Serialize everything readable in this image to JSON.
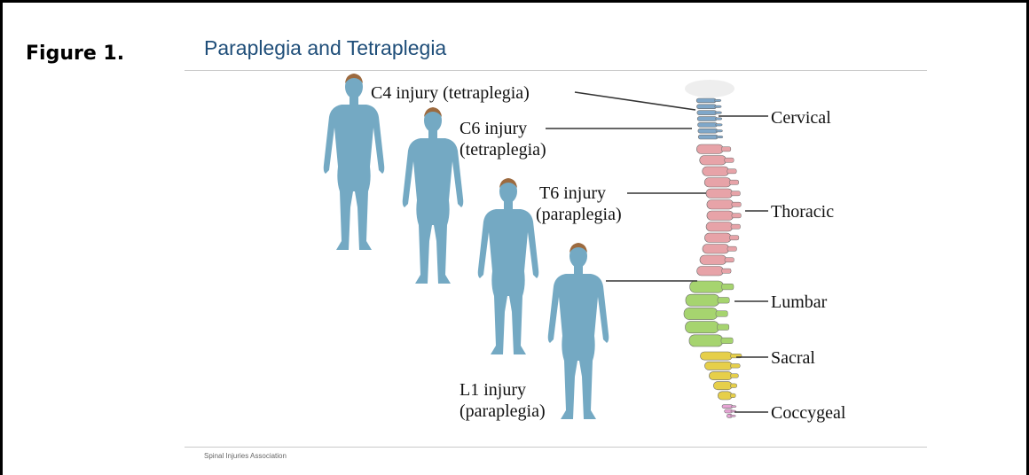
{
  "figure_label": "Figure 1.",
  "title": "Paraplegia and Tetraplegia",
  "footer": "Spinal Injuries Association",
  "injuries": [
    {
      "line1": "C4 injury (tetraplegia)",
      "line2": ""
    },
    {
      "line1": "C6 injury",
      "line2": "(tetraplegia)"
    },
    {
      "line1": "T6 injury",
      "line2": "(paraplegia)"
    },
    {
      "line1": "L1 injury",
      "line2": "(paraplegia)"
    }
  ],
  "regions": [
    {
      "name": "Cervical",
      "color": "#7fa7c9"
    },
    {
      "name": "Thoracic",
      "color": "#e7a3a8"
    },
    {
      "name": "Lumbar",
      "color": "#a6d46f"
    },
    {
      "name": "Sacral",
      "color": "#e6cf4a"
    },
    {
      "name": "Coccygeal",
      "color": "#e6a4d4"
    }
  ],
  "colors": {
    "paralysis": "#74a9c3",
    "skin": "#e7bf9a",
    "hair": "#9c6a3f",
    "title": "#1f4e79"
  }
}
